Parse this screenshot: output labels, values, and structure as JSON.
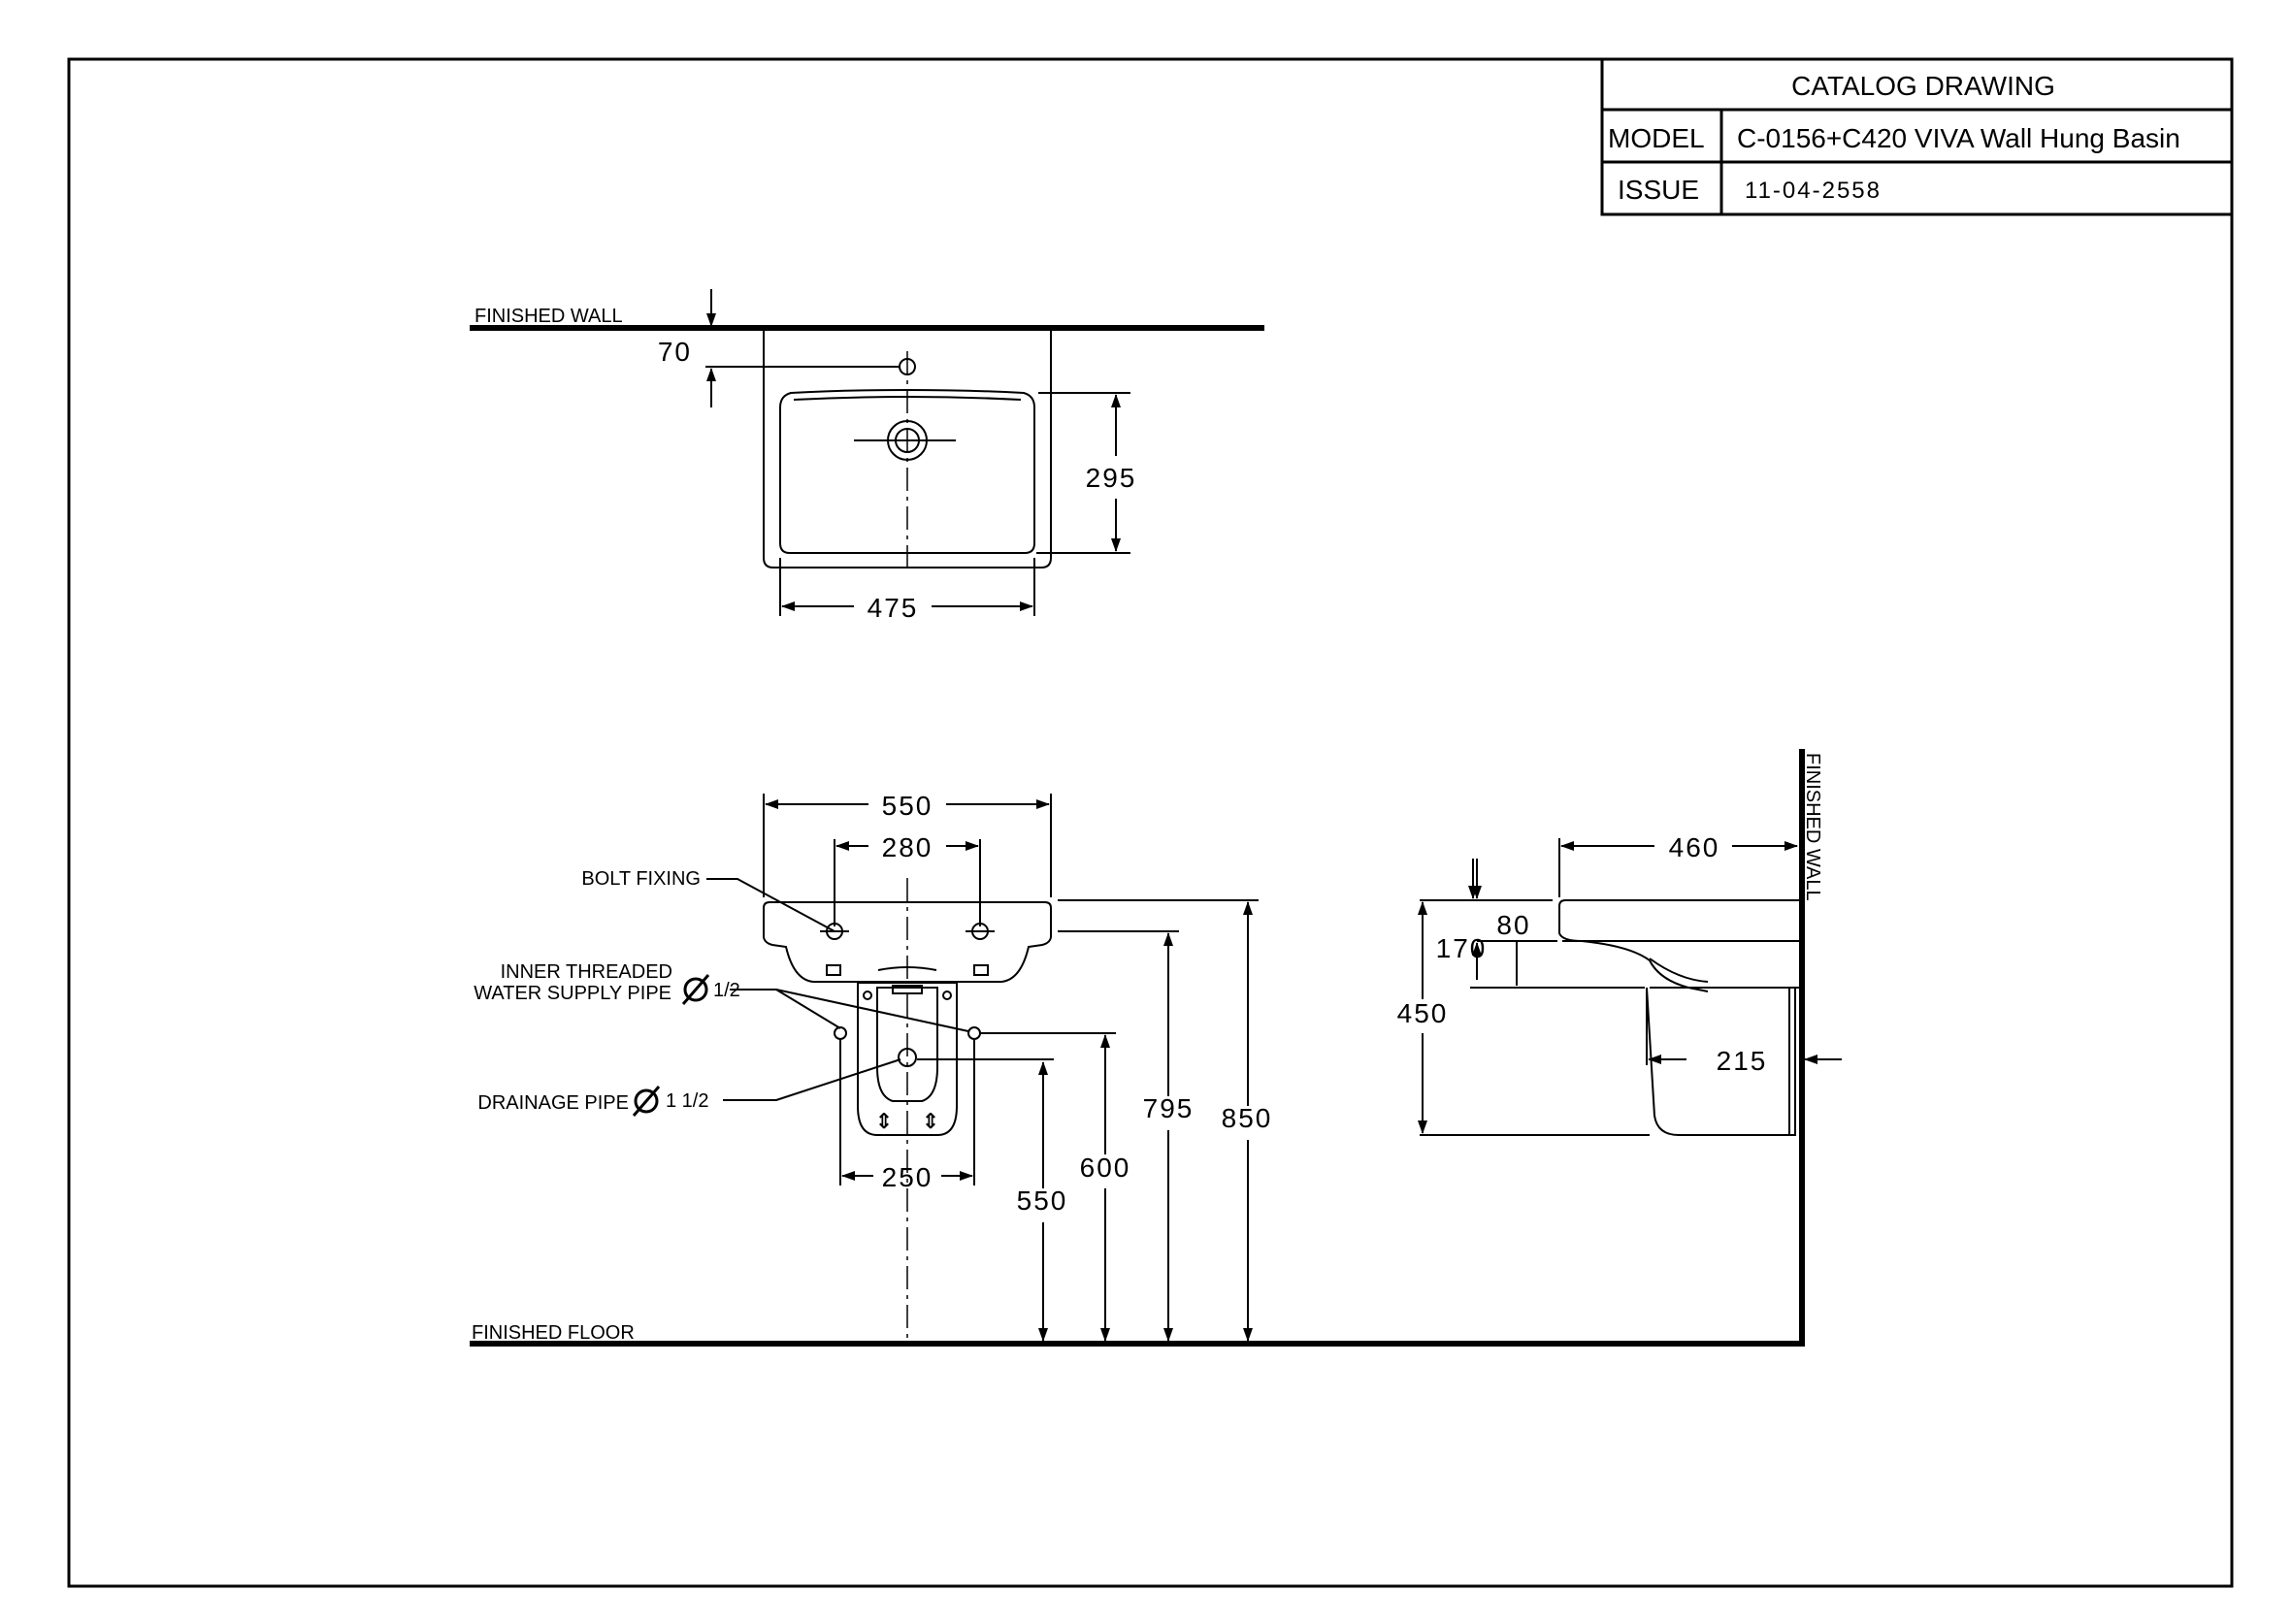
{
  "title_block": {
    "heading": "CATALOG DRAWING",
    "model_label": "MODEL",
    "model_value": "C-0156+C420 VIVA Wall Hung Basin",
    "issue_label": "ISSUE",
    "issue_value": "11-04-2558"
  },
  "labels": {
    "finished_wall_top": "FINISHED WALL",
    "finished_wall_side": "FINISHED WALL",
    "finished_floor": "FINISHED FLOOR",
    "bolt_fixing": "BOLT FIXING",
    "water_supply_line1": "INNER THREADED",
    "water_supply_line2": "WATER SUPPLY PIPE",
    "water_supply_size": "1/2",
    "drainage_pipe": "DRAINAGE PIPE",
    "drainage_size": "1 1/2"
  },
  "dimensions": {
    "top_view": {
      "wall_to_tap": "70",
      "bowl_depth": "295",
      "bowl_width": "475"
    },
    "front_view": {
      "overall_width": "550",
      "bolt_spacing": "280",
      "pedestal_width": "250",
      "drain_height": "550",
      "supply_height": "600",
      "bolt_height": "795",
      "rim_height": "850"
    },
    "side_view": {
      "projection": "460",
      "rim_thickness": "80",
      "basin_height": "170",
      "pedestal_height": "450",
      "pedestal_depth": "215"
    }
  }
}
